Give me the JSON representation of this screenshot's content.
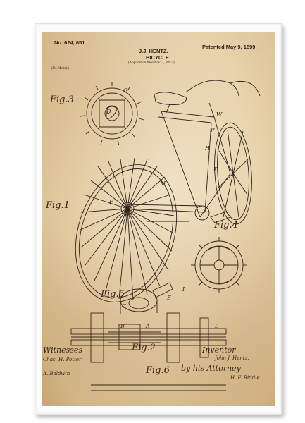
{
  "patent": {
    "number": "No. 624, 651",
    "inventor_name": "J.J. HENTZ.",
    "title": "BICYCLE.",
    "application": "(Application filed Nov. 2, 1897.)",
    "patented": "Patented May 9, 1899.",
    "model_note": "(No Model.)"
  },
  "figures": {
    "fig1": "Fig.1",
    "fig2": "Fig.2",
    "fig3": "Fig.3",
    "fig4": "Fig.4",
    "fig5": "Fig.5",
    "fig6": "Fig.6"
  },
  "labels": {
    "witnesses": "Witnesses",
    "inventor": "Inventor",
    "attorney": "by his Attorney",
    "sig_inventor": "John J. Hentz.",
    "sig_witness1": "Chas. H. Potter",
    "sig_witness2": "A. Baldwin",
    "sig_attorney": "H. F. Riddle"
  },
  "part_letters": {
    "G": "G",
    "D": "D",
    "W": "W",
    "P": "P",
    "H": "H",
    "K": "K",
    "F": "F",
    "M": "M",
    "E": "E",
    "I": "I",
    "C": "C",
    "B": "B",
    "A": "A",
    "L": "L"
  },
  "colors": {
    "paper": "#e9d5b0",
    "ink": "#2d2015",
    "frame": "#fbfbfb"
  }
}
